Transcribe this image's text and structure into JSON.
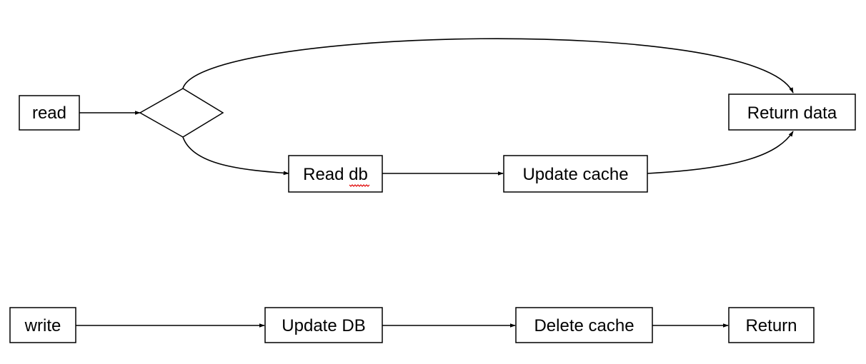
{
  "colors": {
    "background": "#ffffff",
    "stroke": "#000000",
    "text": "#000000",
    "spellcheck_underline": "#e00000"
  },
  "read_flow": {
    "start": "read",
    "read_db": "Read db",
    "update_cache": "Update cache",
    "return_data": "Return data"
  },
  "write_flow": {
    "start": "write",
    "update_db": "Update DB",
    "delete_cache": "Delete cache",
    "return": "Return"
  }
}
